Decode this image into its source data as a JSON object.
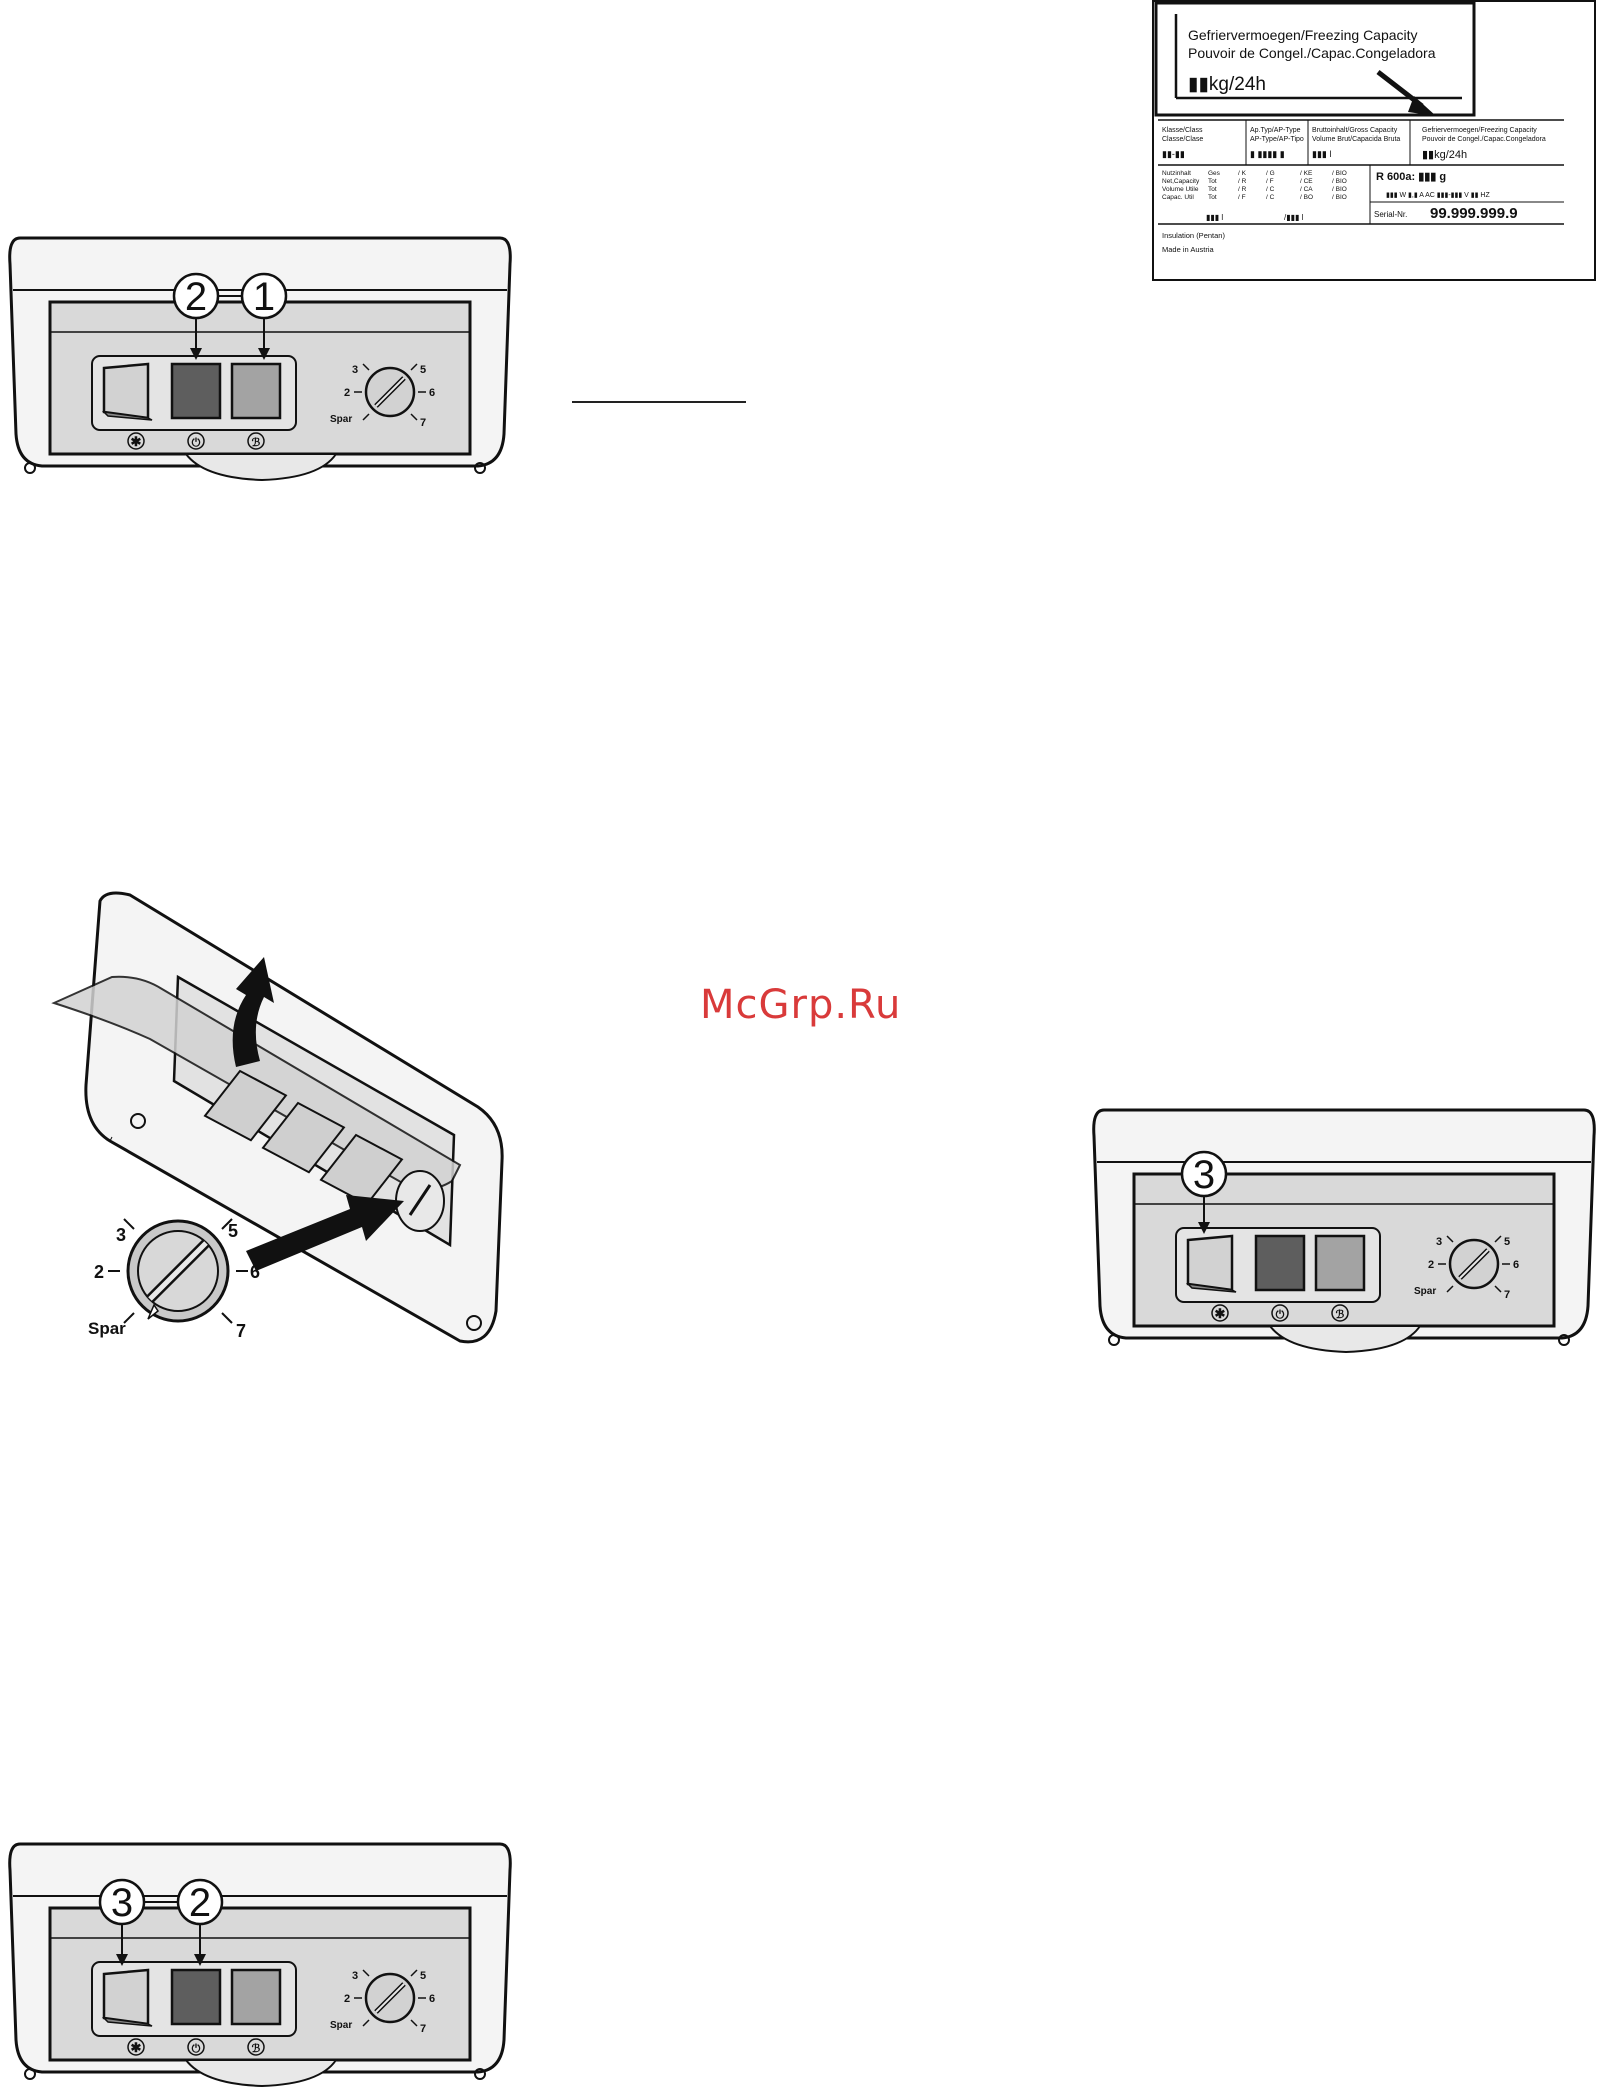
{
  "colors": {
    "outline": "#111111",
    "panel_fill": "#d9d9d9",
    "button_power": "#5e5e5e",
    "button_super": "#a3a3a3",
    "switch_fill": "#cfcfcf",
    "watermark": "#d93a3a"
  },
  "watermark": "McGrp.Ru",
  "control_panels": {
    "dial_labels": [
      "3",
      "5",
      "2",
      "6",
      "Spar",
      "7"
    ],
    "button_icons": [
      "snowflake-icon",
      "power-icon",
      "superfrost-icon"
    ],
    "panel_a": {
      "callouts": [
        "2",
        "1"
      ]
    },
    "panel_c": {
      "callouts": [
        "3"
      ]
    },
    "panel_d": {
      "callouts": [
        "3",
        "2"
      ]
    }
  },
  "dial_closeup": {
    "labels": [
      "3",
      "5",
      "2",
      "6",
      "Spar",
      "7"
    ]
  },
  "rating_plate": {
    "top_line1": "Gefriervermoegen/Freezing Capacity",
    "top_line2": "Pouvoir de Congel./Capac.Congeladora",
    "top_value": "▮▮kg/24h",
    "col1_h1": "Klasse/Class",
    "col1_h2": "Classe/Clase",
    "col1_v": "▮▮-▮▮",
    "col2_h1": "Ap.Typ/AP-Type",
    "col2_h2": "AP-Type/AP-Tipo",
    "col2_v": "▮ ▮▮▮▮ ▮",
    "col3_h1": "Bruttoinhalt/Gross Capacity",
    "col3_h2": "Volume Brut/Capacida Bruta",
    "col3_v": "▮▮▮ l",
    "col4_h1": "Gefriervermoegen/Freezing Capacity",
    "col4_h2": "Pouvoir de Congel./Capac.Congeladora",
    "col4_v": "▮▮kg/24h",
    "cap_rows": [
      [
        "Nutzinhalt",
        "Ges",
        "/ K",
        "/ G",
        "/ KE",
        "/ BIO"
      ],
      [
        "Net,Capacity",
        "Tot",
        "/ R",
        "/ F",
        "/ CE",
        "/ BIO"
      ],
      [
        "Volume Utile",
        "Tot",
        "/ R",
        "/ C",
        "/ CA",
        "/ BIO"
      ],
      [
        "Capac. Util",
        "Tot",
        "/ F",
        "/ C",
        "/ BO",
        "/ BIO"
      ]
    ],
    "cap_bottom1": "▮▮▮ l",
    "cap_bottom2": "/▮▮▮ l",
    "refrigerant": "R 600a: ▮▮▮ g",
    "electrical": "▮▮▮ W  ▮,▮ A  AC ▮▮▮-▮▮▮ V  ▮▮ HZ",
    "serial_label": "Serial-Nr.",
    "serial_value": "99.999.999.9",
    "insulation": "Insulation (Pentan)",
    "made_in": "Made in Austria"
  }
}
